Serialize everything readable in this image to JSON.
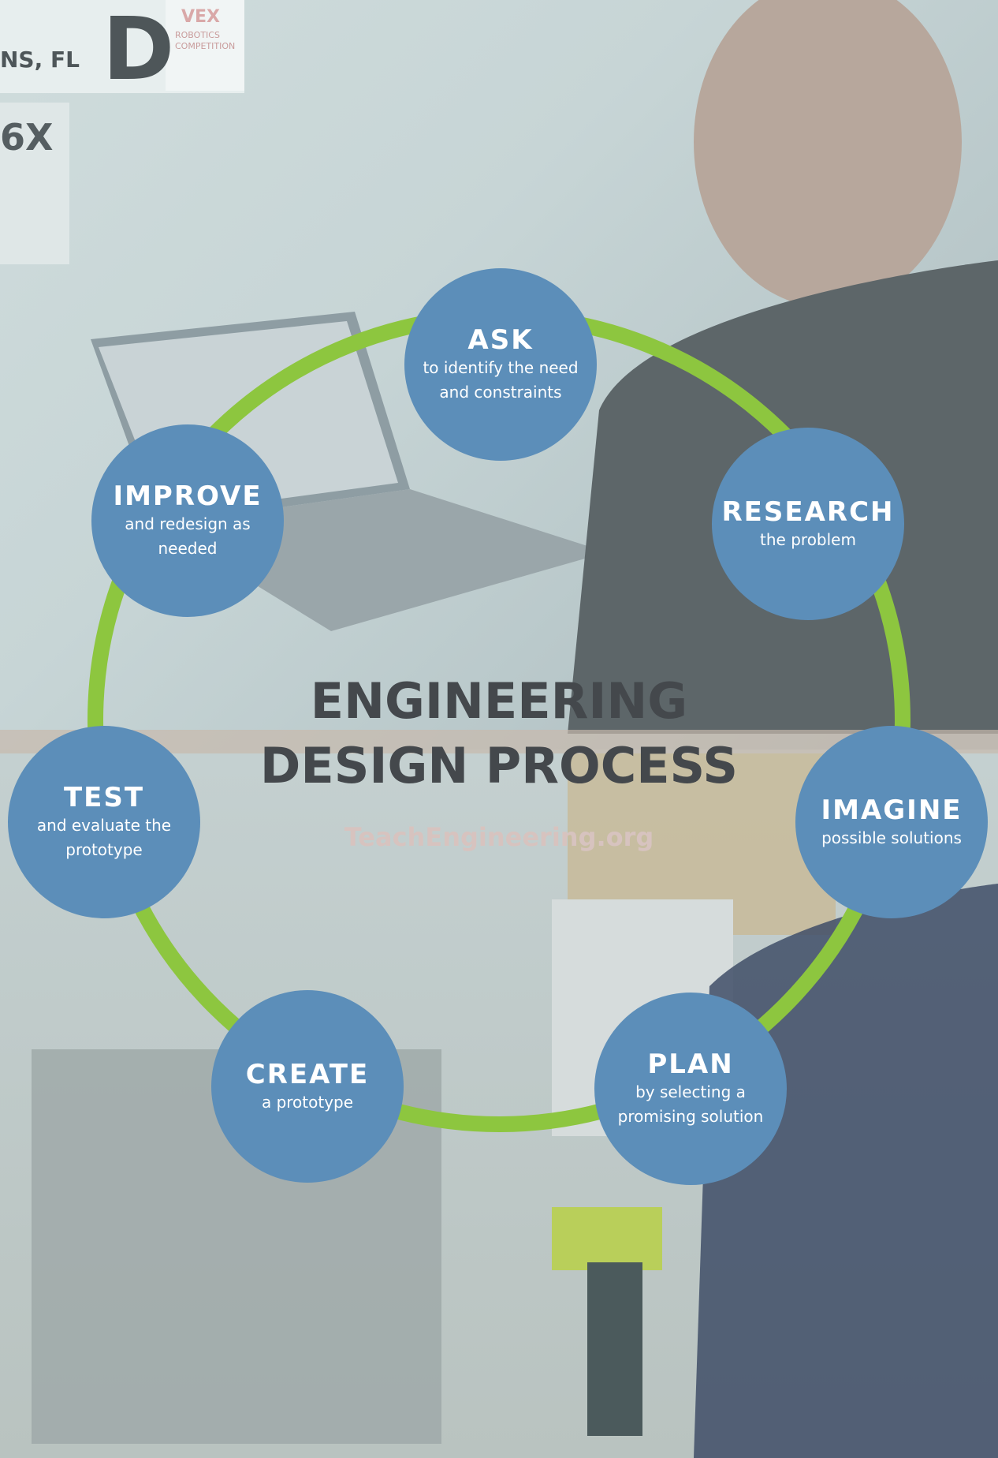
{
  "title": {
    "line1": "ENGINEERING",
    "line2": "DESIGN PROCESS"
  },
  "source_credit": "TeachEngineering.org",
  "steps": [
    {
      "title": "ASK",
      "description": "to identify the need and constraints"
    },
    {
      "title": "RESEARCH",
      "description": "the problem"
    },
    {
      "title": "IMAGINE",
      "description": "possible solutions"
    },
    {
      "title": "PLAN",
      "description": "by selecting a promising solution"
    },
    {
      "title": "CREATE",
      "description": "a prototype"
    },
    {
      "title": "TEST",
      "description": "and evaluate the prototype"
    },
    {
      "title": "IMPROVE",
      "description": "and redesign as needed"
    }
  ],
  "background_signage": {
    "vex_brand": "VEX",
    "vex_line1": "ROBOTICS",
    "vex_line2": "COMPETITION",
    "location_fragment": "NS, FL",
    "division_letter": "D",
    "team_fragment": "6X"
  },
  "colors": {
    "bubble": "#5c8eb9",
    "ring": "#8dc63f",
    "title_text": "#44484c",
    "credit_text": "#d7c3bf"
  }
}
